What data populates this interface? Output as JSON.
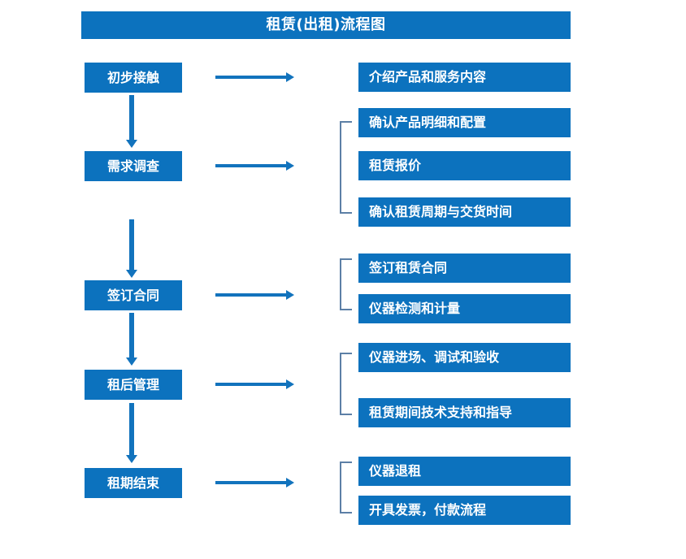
{
  "diagram": {
    "title": "租赁(出租)流程图",
    "colors": {
      "box_blue": "#0C72BE",
      "arrow_blue": "#1273BD",
      "bracket_blue": "#5C7FA6",
      "text_white": "#FFFFFF",
      "background": "#FFFFFF"
    },
    "stages": [
      {
        "id": "stage-1",
        "label": "初步接触",
        "details": [
          "介绍产品和服务内容"
        ]
      },
      {
        "id": "stage-2",
        "label": "需求调查",
        "details": [
          "确认产品明细和配置",
          "租赁报价",
          "确认租赁周期与交货时间"
        ]
      },
      {
        "id": "stage-3",
        "label": "签订合同",
        "details": [
          "签订租赁合同",
          "仪器检测和计量"
        ]
      },
      {
        "id": "stage-4",
        "label": "租后管理",
        "details": [
          "仪器进场、调试和验收",
          "租赁期间技术支持和指导"
        ]
      },
      {
        "id": "stage-5",
        "label": "租期结束",
        "details": [
          "仪器退租",
          "开具发票，付款流程"
        ]
      }
    ]
  },
  "chart_data": {
    "type": "diagram",
    "title": "租赁(出租)流程图",
    "nodes_left": [
      "初步接触",
      "需求调查",
      "签订合同",
      "租后管理",
      "租期结束"
    ],
    "nodes_right": [
      [
        "介绍产品和服务内容"
      ],
      [
        "确认产品明细和配置",
        "租赁报价",
        "确认租赁周期与交货时间"
      ],
      [
        "签订租赁合同",
        "仪器检测和计量"
      ],
      [
        "仪器进场、调试和验收",
        "租赁期间技术支持和指导"
      ],
      [
        "仪器退租",
        "开具发票，付款流程"
      ]
    ],
    "connectors": "vertical arrows between consecutive left nodes; horizontal arrow from each left node to its detail group; square bracket grouping multi-item detail groups"
  }
}
